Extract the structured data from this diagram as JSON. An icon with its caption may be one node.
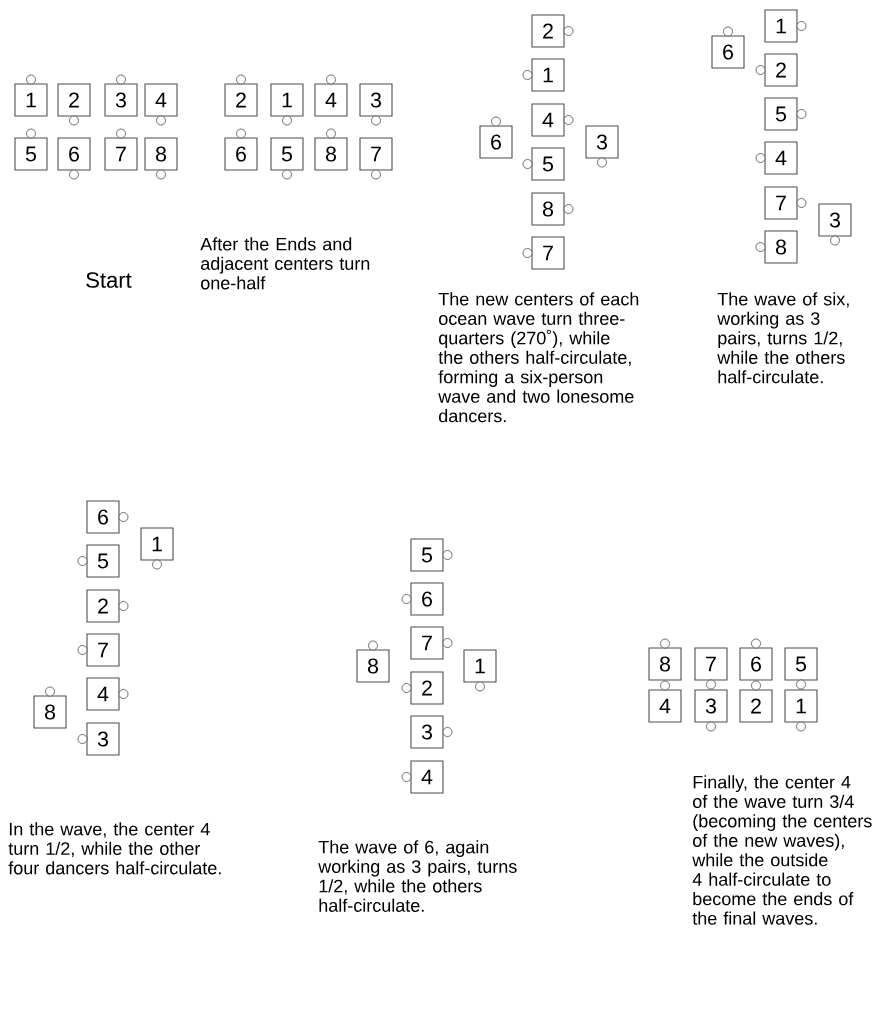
{
  "diagram": {
    "nodes": [
      {
        "text": [
          "1"
        ]
      },
      {
        "text": [
          "2"
        ]
      },
      {
        "text": [
          "3"
        ]
      },
      {
        "text": [
          "4"
        ]
      },
      {
        "text": [
          "5"
        ]
      },
      {
        "text": [
          "6"
        ]
      },
      {
        "text": [
          "7"
        ]
      },
      {
        "text": [
          "8"
        ]
      },
      {
        "text": [
          "2"
        ]
      },
      {
        "text": [
          "1"
        ]
      },
      {
        "text": [
          "4"
        ]
      },
      {
        "text": [
          "3"
        ]
      },
      {
        "text": [
          "6"
        ]
      },
      {
        "text": [
          "5"
        ]
      },
      {
        "text": [
          "8"
        ]
      },
      {
        "text": [
          "7"
        ]
      },
      {
        "text": [
          "2"
        ]
      },
      {
        "text": [
          "1"
        ]
      },
      {
        "text": [
          "6"
        ]
      },
      {
        "text": [
          "4"
        ]
      },
      {
        "text": [
          "3"
        ]
      },
      {
        "text": [
          "5"
        ]
      },
      {
        "text": [
          "8"
        ]
      },
      {
        "text": [
          "7"
        ]
      },
      {
        "text": [
          "1"
        ]
      },
      {
        "text": [
          "6"
        ]
      },
      {
        "text": [
          "2"
        ]
      },
      {
        "text": [
          "5"
        ]
      },
      {
        "text": [
          "4"
        ]
      },
      {
        "text": [
          "7"
        ]
      },
      {
        "text": [
          "3"
        ]
      },
      {
        "text": [
          "8"
        ]
      },
      {
        "text": [
          "6"
        ]
      },
      {
        "text": [
          "1"
        ]
      },
      {
        "text": [
          "5"
        ]
      },
      {
        "text": [
          "2"
        ]
      },
      {
        "text": [
          "7"
        ]
      },
      {
        "text": [
          "8"
        ]
      },
      {
        "text": [
          "4"
        ]
      },
      {
        "text": [
          "3"
        ]
      },
      {
        "text": [
          "5"
        ]
      },
      {
        "text": [
          "6"
        ]
      },
      {
        "text": [
          "8"
        ]
      },
      {
        "text": [
          "7"
        ]
      },
      {
        "text": [
          "1"
        ]
      },
      {
        "text": [
          "2"
        ]
      },
      {
        "text": [
          "3"
        ]
      },
      {
        "text": [
          "4"
        ]
      },
      {
        "text": [
          "8"
        ]
      },
      {
        "text": [
          "7"
        ]
      },
      {
        "text": [
          "6"
        ]
      },
      {
        "text": [
          "5"
        ]
      },
      {
        "text": [
          "4"
        ]
      },
      {
        "text": [
          "3"
        ]
      },
      {
        "text": [
          "2"
        ]
      },
      {
        "text": [
          "1"
        ]
      }
    ],
    "edges": [],
    "labels": [
      "Start",
      "After the Ends and adjacent centers turn one-half",
      "The new centers of each ocean wave turn three-quarters (270˚), while the others half-circulate, forming a six-person wave and two lonesome dancers.",
      "The wave of six, working as 3 pairs, turns 1/2, while the others half-circulate.",
      "In the wave, the center 4 turn 1/2, while the other four dancers half-circulate.",
      "The wave of 6, again working as 3 pairs, turns 1/2, while the others half-circulate.",
      "Finally, the center 4 of the wave turn 3/4 (becoming the centers of the new waves), while the outside 4 half-circulate to become the ends of the final waves."
    ]
  }
}
